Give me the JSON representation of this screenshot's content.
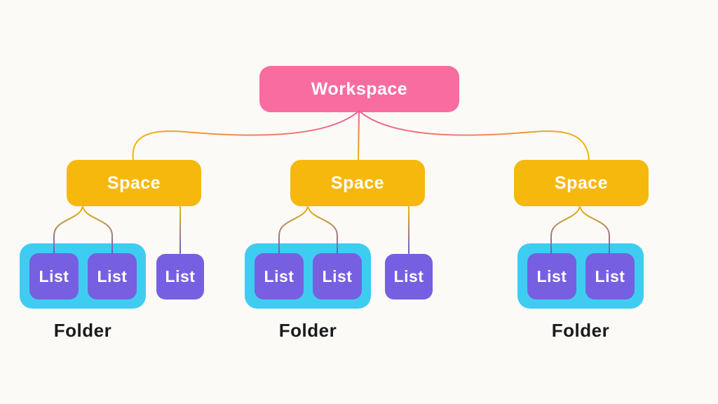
{
  "diagram": {
    "title_hierarchy": "Workspace > Space > Folder > List",
    "background_color": "#FBFAF7",
    "colors": {
      "workspace_node": "#F96CA0",
      "space_node": "#F7B80E",
      "list_node": "#7660E1",
      "folder_container": "#3ECDF0",
      "node_text": "#FFFFFF",
      "folder_label_text": "#1B1B1B",
      "connector_pink": "#EE5D96",
      "connector_yellow": "#F1B705",
      "connector_purple": "#6A58D8"
    },
    "workspace": {
      "label": "Workspace"
    },
    "spaces": [
      {
        "label": "Space"
      },
      {
        "label": "Space"
      },
      {
        "label": "Space"
      }
    ],
    "branches": [
      {
        "folder_label": "Folder",
        "folder_lists": [
          "List",
          "List"
        ],
        "standalone_lists": [
          "List"
        ]
      },
      {
        "folder_label": "Folder",
        "folder_lists": [
          "List",
          "List"
        ],
        "standalone_lists": [
          "List"
        ]
      },
      {
        "folder_label": "Folder",
        "folder_lists": [
          "List",
          "List"
        ],
        "standalone_lists": []
      }
    ],
    "edges": [
      {
        "from": "workspace",
        "to": "space-1",
        "style": "pink-to-yellow curve"
      },
      {
        "from": "workspace",
        "to": "space-2",
        "style": "pink-to-yellow straight"
      },
      {
        "from": "workspace",
        "to": "space-3",
        "style": "pink-to-yellow curve"
      },
      {
        "from": "space-1",
        "to": "folder-1 lists",
        "style": "yellow-to-purple fork"
      },
      {
        "from": "space-1",
        "to": "standalone list",
        "style": "yellow-to-purple straight"
      },
      {
        "from": "space-2",
        "to": "folder-2 lists",
        "style": "yellow-to-purple fork"
      },
      {
        "from": "space-2",
        "to": "standalone list",
        "style": "yellow-to-purple straight"
      },
      {
        "from": "space-3",
        "to": "folder-3 lists",
        "style": "yellow-to-purple fork"
      }
    ]
  }
}
